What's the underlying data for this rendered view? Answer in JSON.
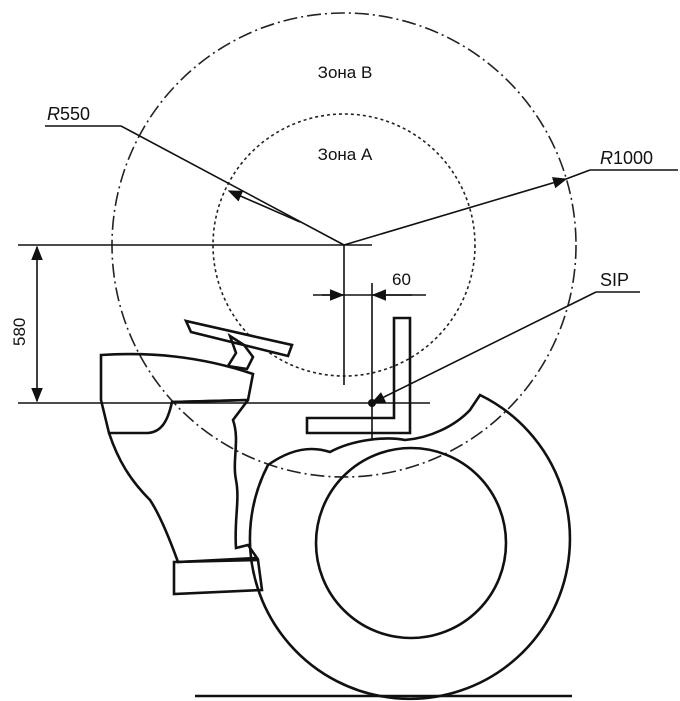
{
  "labels": {
    "zone_b": "Зона В",
    "zone_a": "Зона А",
    "r550_prefix": "R",
    "r550_value": "550",
    "r1000_prefix": "R",
    "r1000_value": "1000",
    "dim_60": "60",
    "sip": "SIP",
    "dim_580": "580"
  },
  "colors": {
    "ink": "#111111",
    "background": "#ffffff"
  }
}
